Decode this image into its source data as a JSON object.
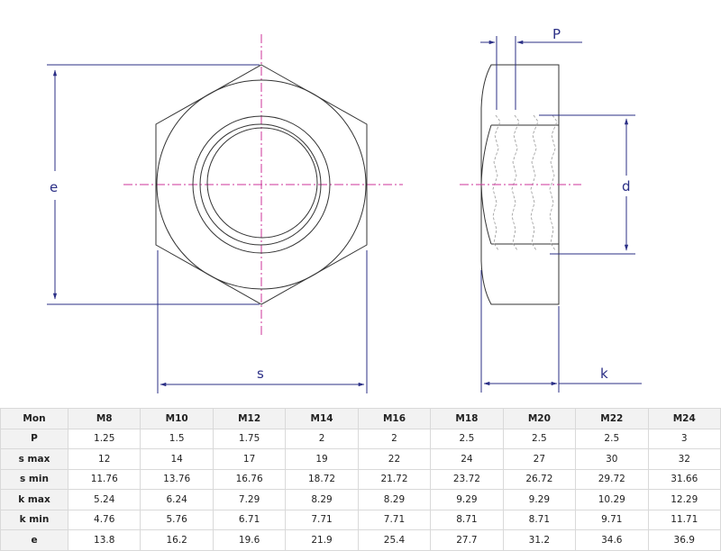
{
  "drawing": {
    "front_view": {
      "labels": {
        "e": "e",
        "s": "s"
      }
    },
    "side_view": {
      "labels": {
        "P": "P",
        "d": "d",
        "k": "k"
      }
    },
    "colors": {
      "outline": "#333333",
      "dimension": "#2b2f86",
      "centerline": "#cc3399"
    }
  },
  "table": {
    "header": [
      "Mon",
      "M8",
      "M10",
      "M12",
      "M14",
      "M16",
      "M18",
      "M20",
      "M22",
      "M24"
    ],
    "rows": [
      {
        "label": "P",
        "values": [
          "1.25",
          "1.5",
          "1.75",
          "2",
          "2",
          "2.5",
          "2.5",
          "2.5",
          "3"
        ]
      },
      {
        "label": "s max",
        "values": [
          "12",
          "14",
          "17",
          "19",
          "22",
          "24",
          "27",
          "30",
          "32"
        ]
      },
      {
        "label": "s min",
        "values": [
          "11.76",
          "13.76",
          "16.76",
          "18.72",
          "21.72",
          "23.72",
          "26.72",
          "29.72",
          "31.66"
        ]
      },
      {
        "label": "k max",
        "values": [
          "5.24",
          "6.24",
          "7.29",
          "8.29",
          "8.29",
          "9.29",
          "9.29",
          "10.29",
          "12.29"
        ]
      },
      {
        "label": "k min",
        "values": [
          "4.76",
          "5.76",
          "6.71",
          "7.71",
          "7.71",
          "8.71",
          "8.71",
          "9.71",
          "11.71"
        ]
      },
      {
        "label": "e",
        "values": [
          "13.8",
          "16.2",
          "19.6",
          "21.9",
          "25.4",
          "27.7",
          "31.2",
          "34.6",
          "36.9"
        ]
      }
    ]
  }
}
